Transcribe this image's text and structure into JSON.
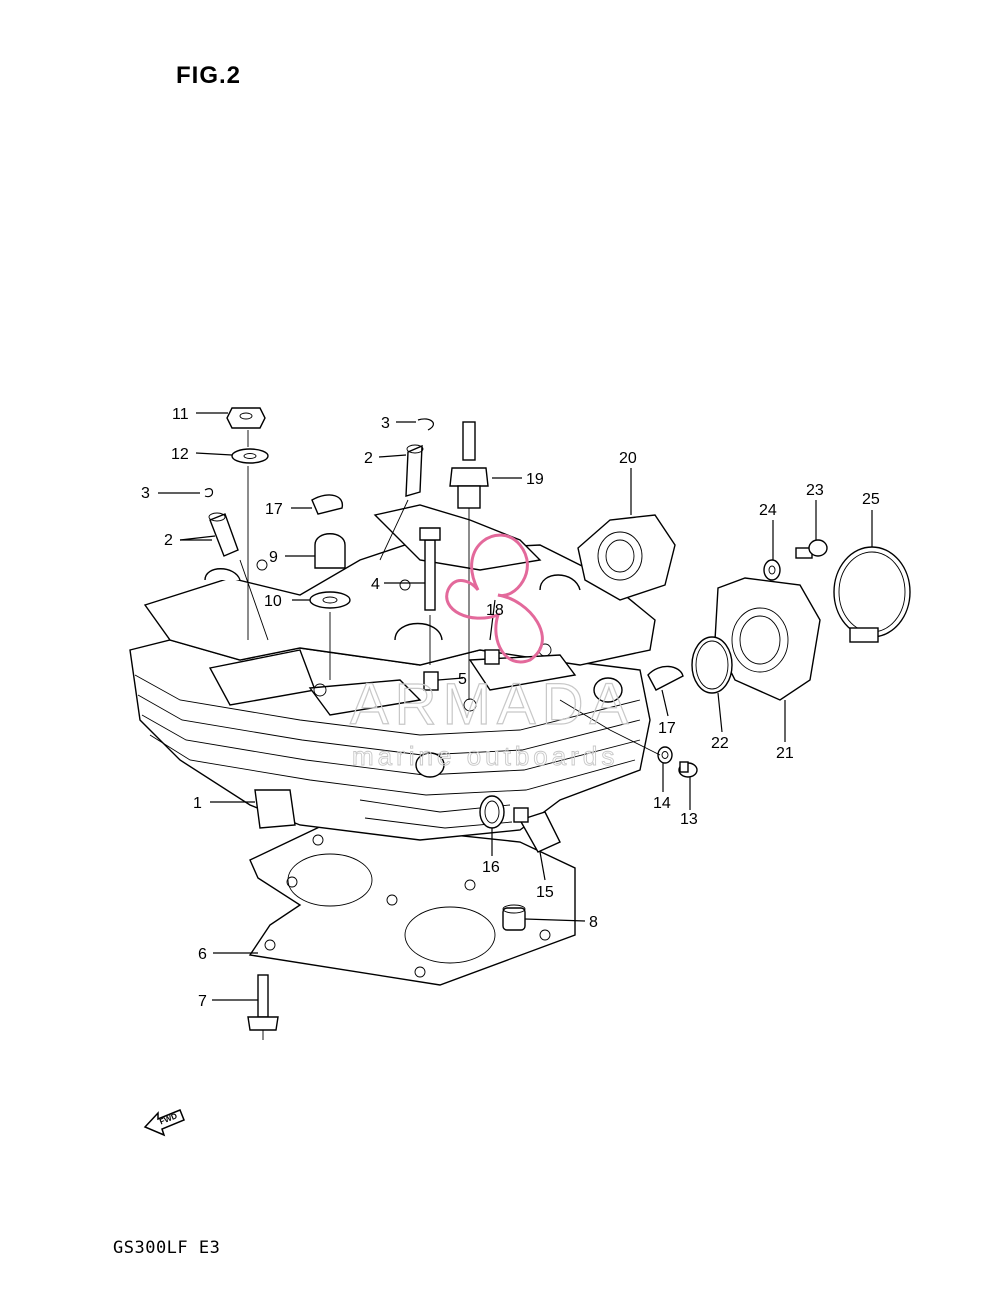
{
  "figure": {
    "title": "FIG.2",
    "model_code": "GS300LF  E3",
    "fwd_label": "FWD"
  },
  "watermark": {
    "brand": "ARMADA",
    "tagline": "marine outboards",
    "accent": "#e3699b"
  },
  "callouts": [
    {
      "id": "c1",
      "label": "1"
    },
    {
      "id": "c2a",
      "label": "2"
    },
    {
      "id": "c2b",
      "label": "2"
    },
    {
      "id": "c3a",
      "label": "3"
    },
    {
      "id": "c3b",
      "label": "3"
    },
    {
      "id": "c4",
      "label": "4"
    },
    {
      "id": "c5",
      "label": "5"
    },
    {
      "id": "c6",
      "label": "6"
    },
    {
      "id": "c7",
      "label": "7"
    },
    {
      "id": "c8",
      "label": "8"
    },
    {
      "id": "c9",
      "label": "9"
    },
    {
      "id": "c10",
      "label": "10"
    },
    {
      "id": "c11",
      "label": "11"
    },
    {
      "id": "c12",
      "label": "12"
    },
    {
      "id": "c13",
      "label": "13"
    },
    {
      "id": "c14",
      "label": "14"
    },
    {
      "id": "c15",
      "label": "15"
    },
    {
      "id": "c16",
      "label": "16"
    },
    {
      "id": "c17a",
      "label": "17"
    },
    {
      "id": "c17b",
      "label": "17"
    },
    {
      "id": "c18",
      "label": "18"
    },
    {
      "id": "c19",
      "label": "19"
    },
    {
      "id": "c20",
      "label": "20"
    },
    {
      "id": "c21",
      "label": "21"
    },
    {
      "id": "c22",
      "label": "22"
    },
    {
      "id": "c23",
      "label": "23"
    },
    {
      "id": "c24",
      "label": "24"
    },
    {
      "id": "c25",
      "label": "25"
    }
  ]
}
